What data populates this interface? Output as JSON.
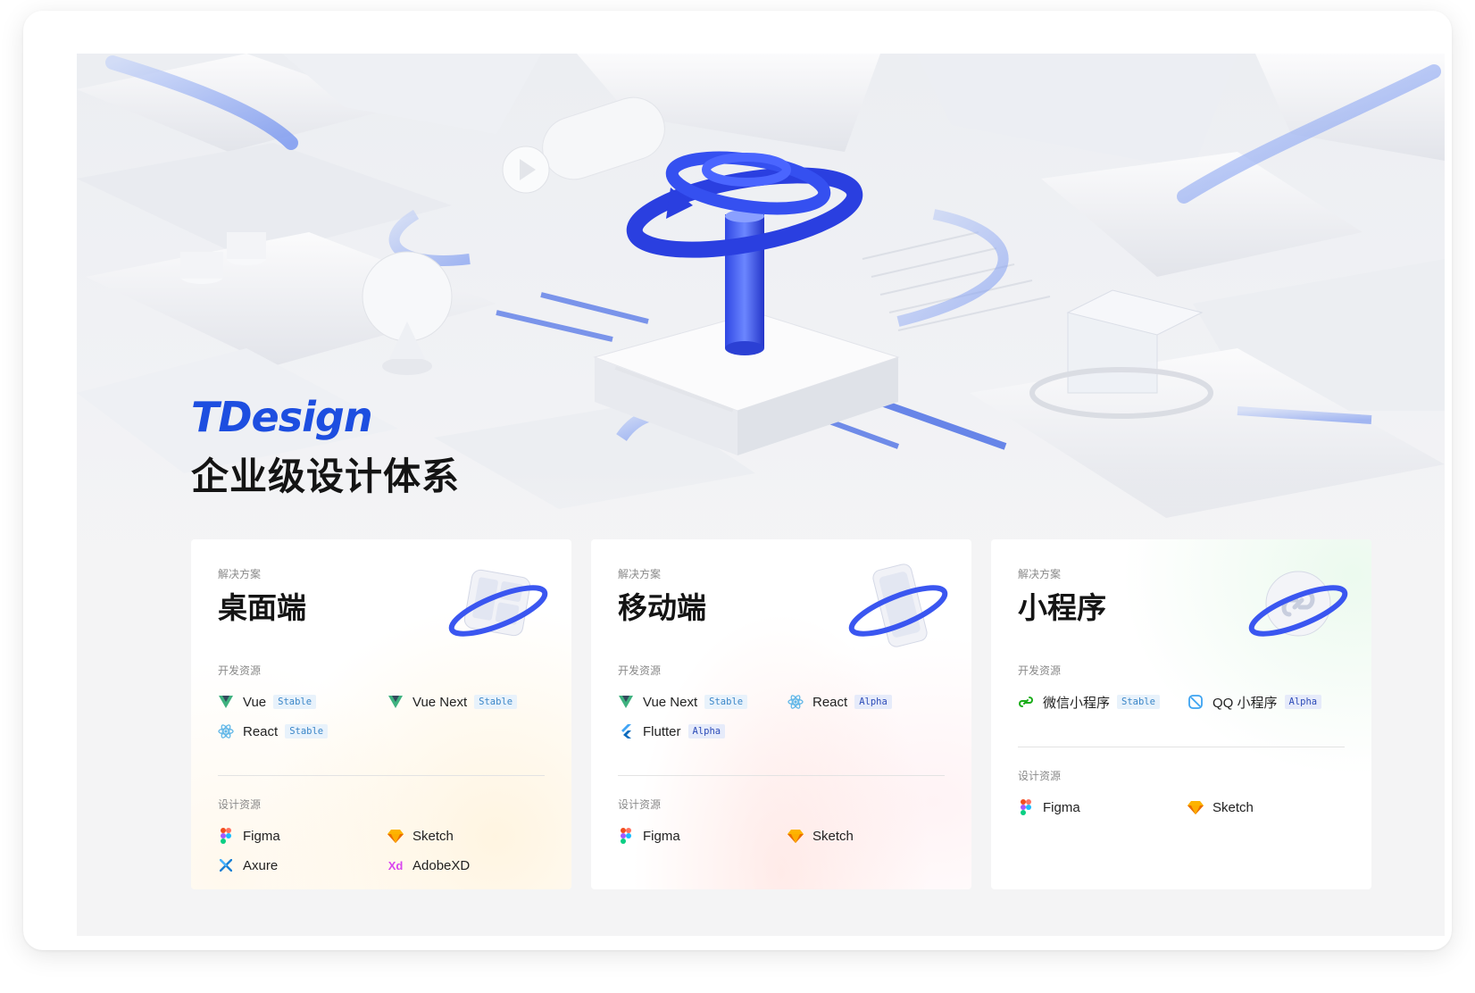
{
  "brand": {
    "logo": "TDesign",
    "slogan": "企业级设计体系"
  },
  "colors": {
    "accent": "#1d4ee0",
    "stable_badge_text": "#3a86c8",
    "alpha_badge_text": "#2c4bb8",
    "vue_green": "#2f6b4f",
    "react_blue": "#61b7e8",
    "figma_multi": "#f24e1e",
    "sketch_yellow": "#f7b500",
    "adobexd_pink": "#d946ef"
  },
  "cards": [
    {
      "caption": "解决方案",
      "title": "桌面端",
      "illustration": "desktop-device-icon",
      "dev_label": "开发资源",
      "dev": [
        {
          "icon": "vue-icon",
          "name": "Vue",
          "badge": "Stable"
        },
        {
          "icon": "vue-icon",
          "name": "Vue Next",
          "badge": "Stable"
        },
        {
          "icon": "react-icon",
          "name": "React",
          "badge": "Stable"
        }
      ],
      "design_label": "设计资源",
      "design": [
        {
          "icon": "figma-icon",
          "name": "Figma"
        },
        {
          "icon": "sketch-icon",
          "name": "Sketch"
        },
        {
          "icon": "axure-icon",
          "name": "Axure"
        },
        {
          "icon": "adobexd-icon",
          "name": "AdobeXD"
        }
      ]
    },
    {
      "caption": "解决方案",
      "title": "移动端",
      "illustration": "mobile-device-icon",
      "dev_label": "开发资源",
      "dev": [
        {
          "icon": "vue-icon",
          "name": "Vue Next",
          "badge": "Stable"
        },
        {
          "icon": "react-icon",
          "name": "React",
          "badge": "Alpha"
        },
        {
          "icon": "flutter-icon",
          "name": "Flutter",
          "badge": "Alpha"
        }
      ],
      "design_label": "设计资源",
      "design": [
        {
          "icon": "figma-icon",
          "name": "Figma"
        },
        {
          "icon": "sketch-icon",
          "name": "Sketch"
        }
      ]
    },
    {
      "caption": "解决方案",
      "title": "小程序",
      "illustration": "miniprogram-icon",
      "dev_label": "开发资源",
      "dev": [
        {
          "icon": "wechat-miniprogram-icon",
          "name": "微信小程序",
          "badge": "Stable"
        },
        {
          "icon": "qq-miniprogram-icon",
          "name": "QQ 小程序",
          "badge": "Alpha"
        }
      ],
      "design_label": "设计资源",
      "design": [
        {
          "icon": "figma-icon",
          "name": "Figma"
        },
        {
          "icon": "sketch-icon",
          "name": "Sketch"
        }
      ]
    }
  ]
}
